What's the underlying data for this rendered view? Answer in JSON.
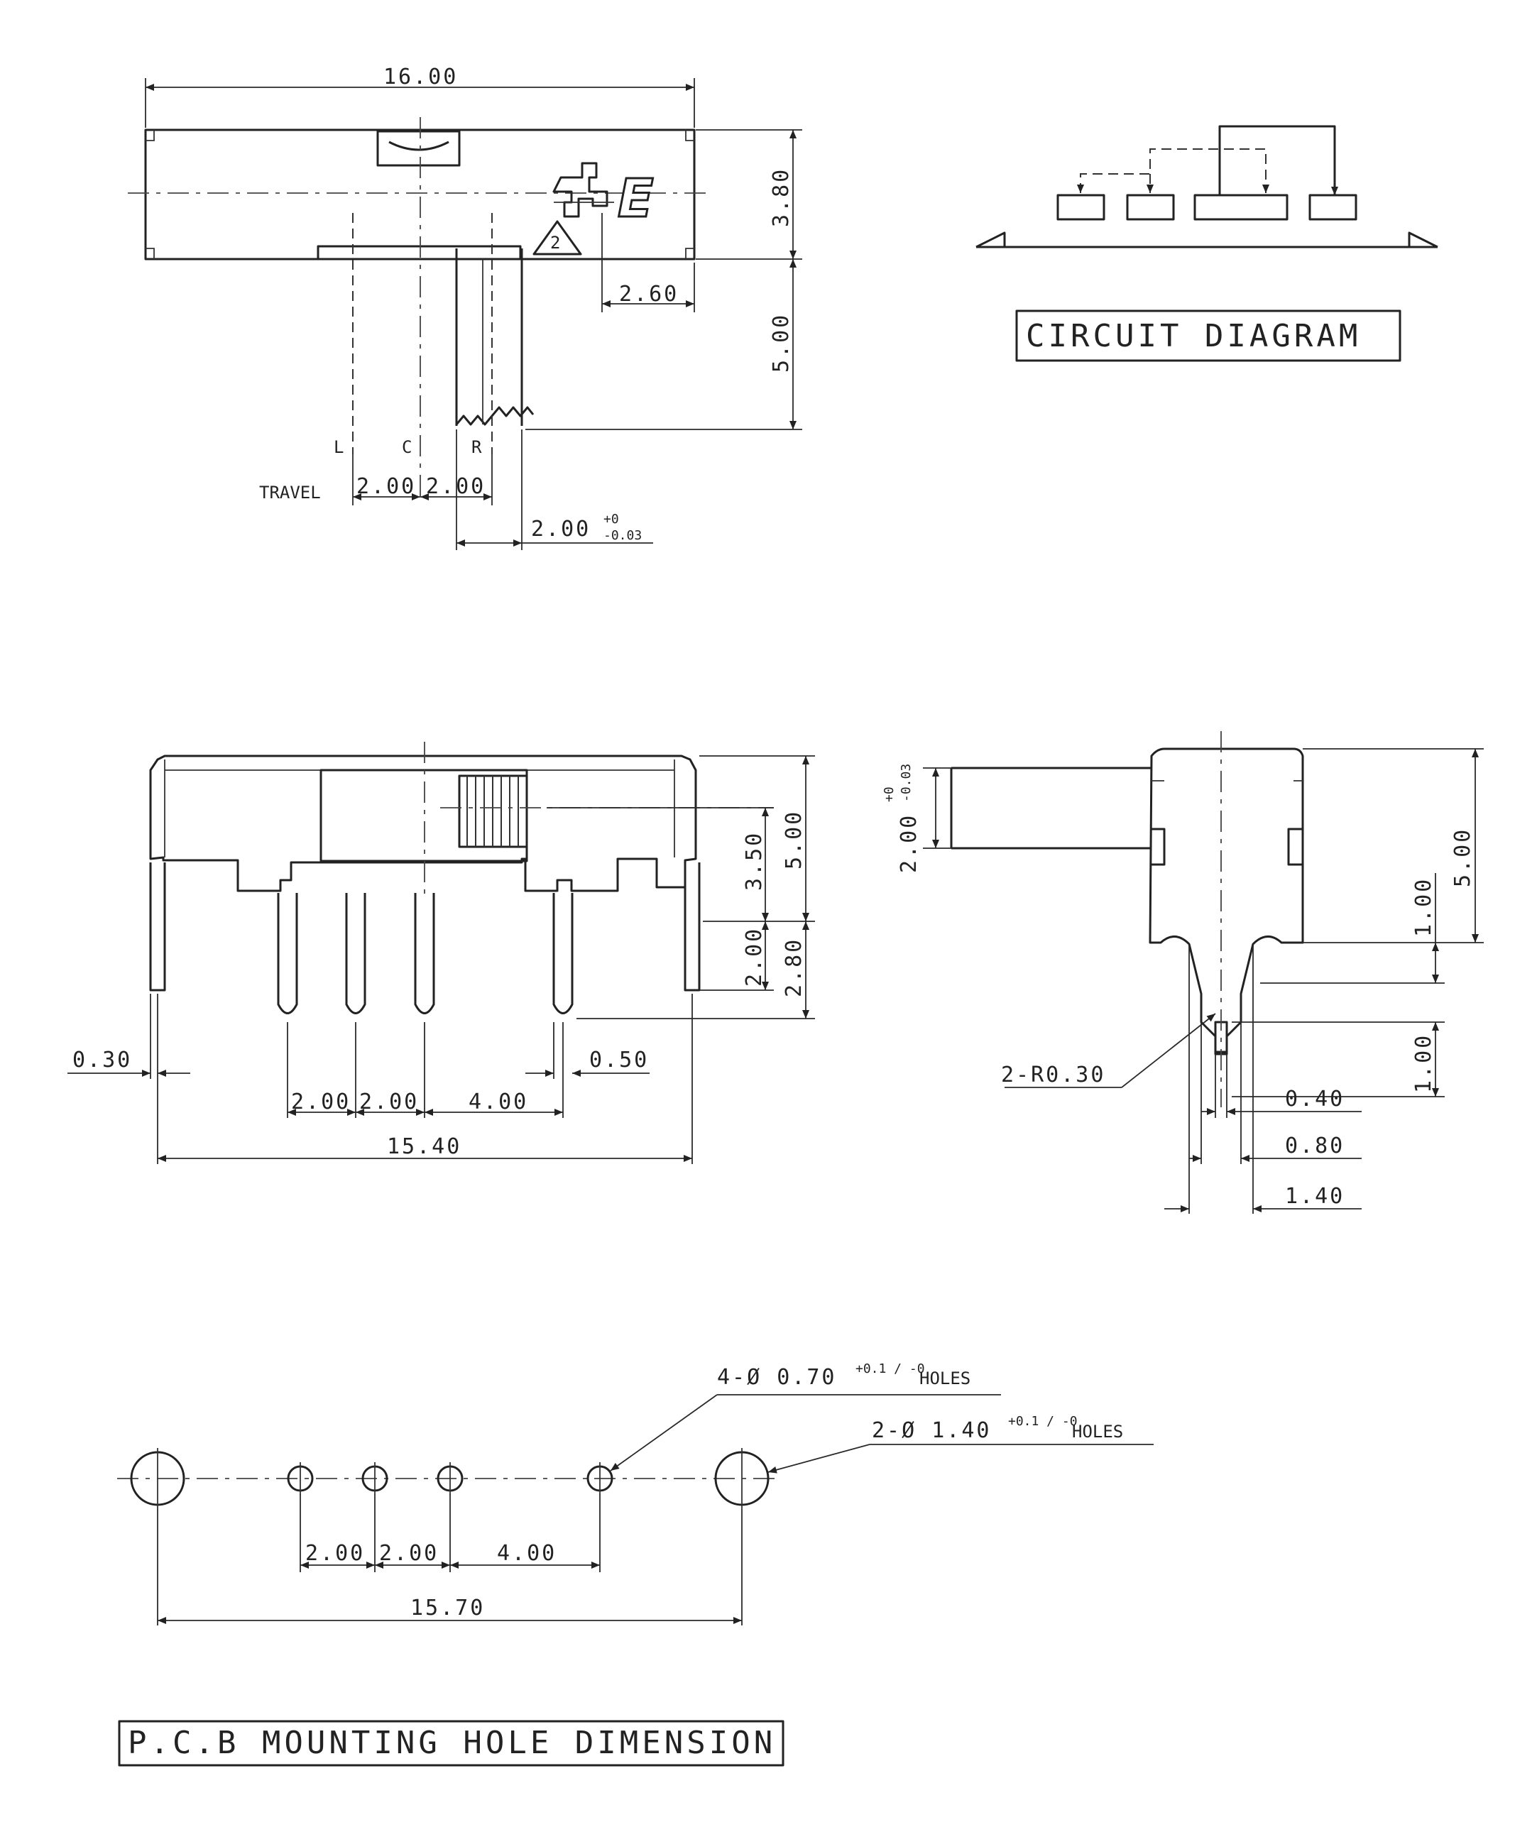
{
  "top_view": {
    "width_dim": "16.00",
    "height_dim": "3.80",
    "lever_dim": "5.00",
    "logo_offset_dim": "2.60",
    "logo_text": "E",
    "marking": "2",
    "pos_left": "L",
    "pos_center": "C",
    "pos_right": "R",
    "travel_label": "TRAVEL",
    "travel_1": "2.00",
    "travel_2": "2.00",
    "lever_width_dim": "2.00",
    "lever_tol_upper": "+0",
    "lever_tol_lower": "-0.03"
  },
  "circuit": {
    "label": "CIRCUIT DIAGRAM"
  },
  "front_view": {
    "body_height": "5.00",
    "top_to_base": "3.50",
    "pin_short": "2.00",
    "pin_long": "2.80",
    "tab_thickness": "0.30",
    "pin_thickness": "0.50",
    "pitch_1": "2.00",
    "pitch_2": "2.00",
    "pitch_3": "4.00",
    "overall": "15.40"
  },
  "side_view": {
    "lever_dim": "2.00",
    "lever_tol_upper": "+0",
    "lever_tol_lower": "-0.03",
    "height": "5.00",
    "upper_step": "1.00",
    "lower_step": "1.00",
    "radius_note": "2-R0.30",
    "pin_w1": "0.40",
    "pin_w2": "0.80",
    "pin_w3": "1.40"
  },
  "pcb": {
    "small_holes_note_prefix": "4-Ø 0.70",
    "small_holes_tol": "+0.1 / -0",
    "holes_word_small": "HOLES",
    "large_holes_note_prefix": "2-Ø 1.40",
    "large_holes_tol": "+0.1 / -0",
    "holes_word_large": "HOLES",
    "pitch_1": "2.00",
    "pitch_2": "2.00",
    "pitch_3": "4.00",
    "overall": "15.70",
    "label": "P.C.B MOUNTING HOLE DIMENSION"
  }
}
